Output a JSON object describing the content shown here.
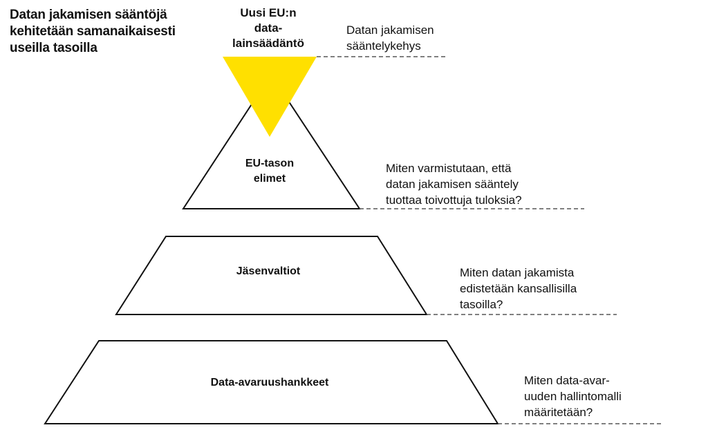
{
  "title": [
    "Datan jakamisen sääntöjä",
    "kehitetään samanaikaisesti",
    "useilla tasoilla"
  ],
  "top": {
    "label": [
      "Uusi EU:n",
      "data-",
      "lainsäädäntö"
    ],
    "question": [
      "Datan jakamisen",
      "sääntelykehys"
    ]
  },
  "levels": [
    {
      "label": [
        "EU-tason",
        "elimet"
      ],
      "question": [
        "Miten varmistutaan, että",
        "datan jakamisen sääntely",
        "tuottaa toivottuja tuloksia?"
      ]
    },
    {
      "label": [
        "Jäsenvaltiot"
      ],
      "question": [
        "Miten datan jakamista",
        "edistetään kansallisilla",
        "tasoilla?"
      ]
    },
    {
      "label": [
        "Data-avaruushankkeet"
      ],
      "question": [
        "Miten data-avar-",
        "uuden hallintomalli",
        "määritetään?"
      ]
    }
  ],
  "colors": {
    "accent": "#FFE000",
    "outline": "#111111",
    "guide": "#555555"
  }
}
